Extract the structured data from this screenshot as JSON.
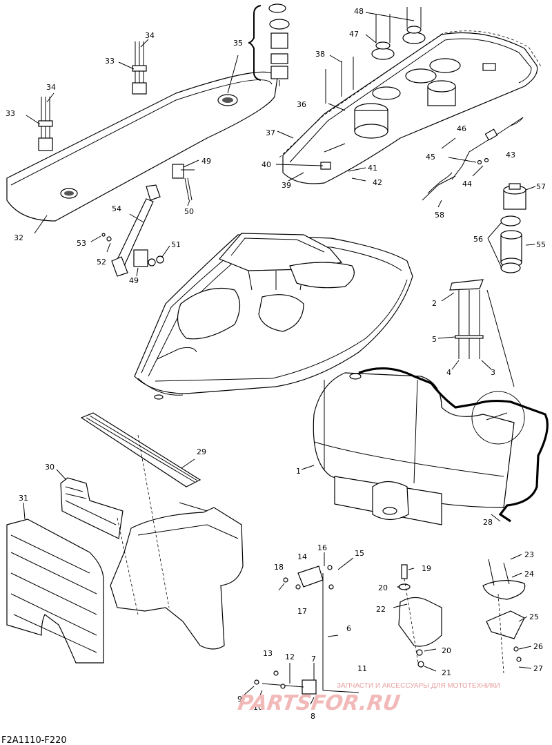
{
  "diagram": {
    "drawing_code": "F2A1110-F220",
    "watermark": {
      "caption": "ЗАПЧАСТИ И АКСЕССУАРЫ ДЛЯ МОТОТЕХНИКИ",
      "brand": "PARTSFOR.RU"
    },
    "callouts": {
      "c1": "1",
      "c2": "2",
      "c3": "3",
      "c4": "4",
      "c5": "5",
      "c6": "6",
      "c7": "7",
      "c8": "8",
      "c9": "9",
      "c10": "10",
      "c11": "11",
      "c12": "12",
      "c13": "13",
      "c14": "14",
      "c15": "15",
      "c16": "16",
      "c17": "17",
      "c18": "18",
      "c19": "19",
      "c20a": "20",
      "c20b": "20",
      "c21": "21",
      "c22": "22",
      "c23": "23",
      "c24": "24",
      "c25": "25",
      "c26": "26",
      "c27": "27",
      "c28": "28",
      "c29": "29",
      "c30": "30",
      "c31": "31",
      "c32": "32",
      "c33a": "33",
      "c33b": "33",
      "c34a": "34",
      "c34b": "34",
      "c35": "35",
      "c36": "36",
      "c37": "37",
      "c38": "38",
      "c39": "39",
      "c40": "40",
      "c41": "41",
      "c42": "42",
      "c43": "43",
      "c44": "44",
      "c45": "45",
      "c46": "46",
      "c47": "47",
      "c48": "48",
      "c49a": "49",
      "c49b": "49",
      "c50": "50",
      "c51": "51",
      "c52": "52",
      "c53": "53",
      "c54": "54",
      "c55": "55",
      "c56": "56",
      "c57": "57",
      "c58": "58"
    }
  }
}
